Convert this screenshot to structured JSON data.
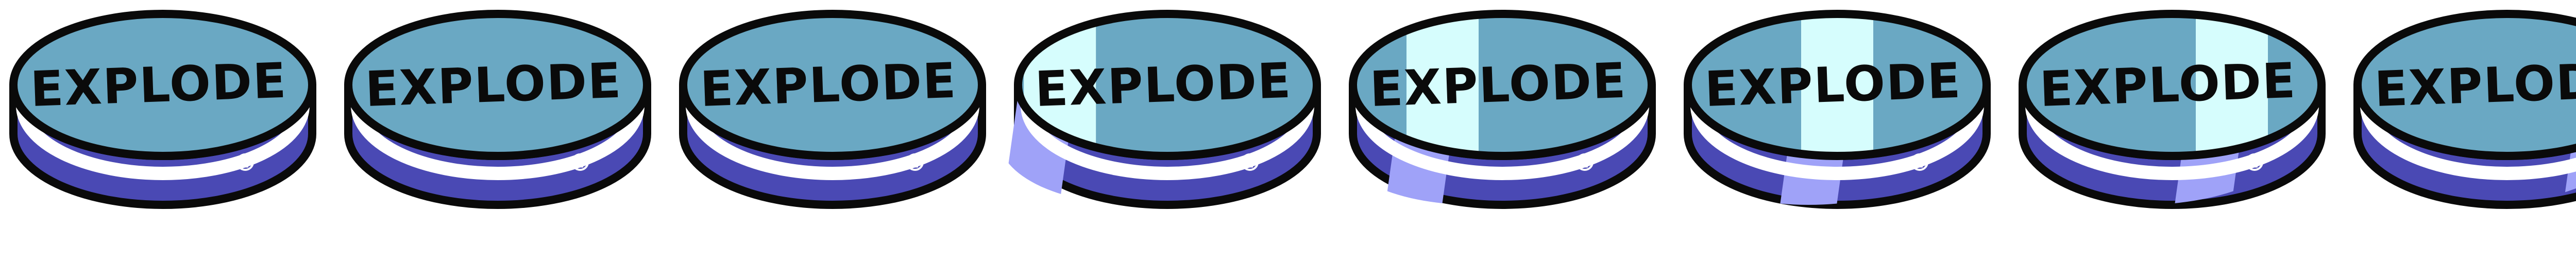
{
  "button": {
    "label": "EXPLODE",
    "face_color": "#6aa8c3",
    "shine_color": "#d6fdfd",
    "side_color": "#4a49b4",
    "side_shine_color": "#9fa2f8",
    "outline_color": "#0a0a0a",
    "rim_color": "#ffffff",
    "corner_icon": "skull-icon"
  },
  "frames": [
    {
      "shine": 0.0
    },
    {
      "shine": 0.0
    },
    {
      "shine": 0.0
    },
    {
      "shine": 0.14
    },
    {
      "shine": 0.3
    },
    {
      "shine": 0.5
    },
    {
      "shine": 0.7
    },
    {
      "shine": 0.88
    }
  ]
}
